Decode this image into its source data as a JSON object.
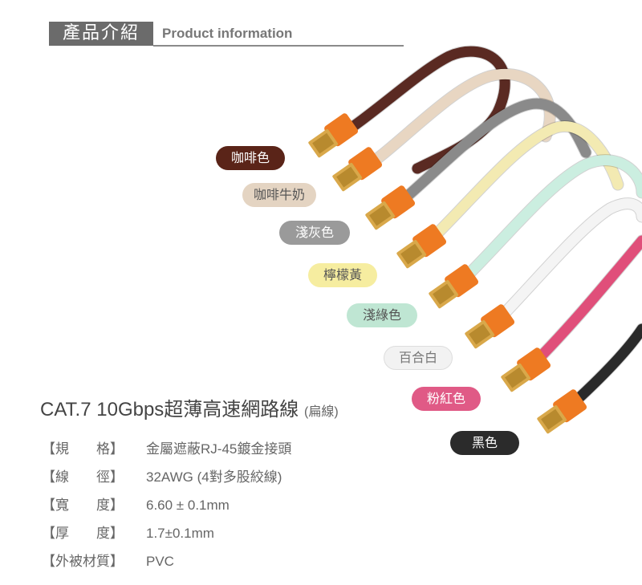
{
  "header": {
    "title_zh": "產品介紹",
    "title_en": "Product information"
  },
  "colors": [
    {
      "label": "咖啡色",
      "bg": "#5a2418",
      "fg": "#ffffff",
      "cable": "#5a2a22"
    },
    {
      "label": "咖啡牛奶",
      "bg": "#e4d4c2",
      "fg": "#555555",
      "cable": "#e8d6c2"
    },
    {
      "label": "淺灰色",
      "bg": "#9a9a9a",
      "fg": "#ffffff",
      "cable": "#8a8a8a"
    },
    {
      "label": "檸檬黃",
      "bg": "#f6eda0",
      "fg": "#555555",
      "cable": "#f3eab2"
    },
    {
      "label": "淺綠色",
      "bg": "#bfe6d3",
      "fg": "#555555",
      "cable": "#cbeee0"
    },
    {
      "label": "百合白",
      "bg": "#f2f2f2",
      "fg": "#777777",
      "cable": "#f4f4f4"
    },
    {
      "label": "粉紅色",
      "bg": "#e05a86",
      "fg": "#ffffff",
      "cable": "#e04f7a"
    },
    {
      "label": "黑色",
      "bg": "#2b2b2b",
      "fg": "#ffffff",
      "cable": "#2a2a2a"
    }
  ],
  "product": {
    "title": "CAT.7 10Gbps超薄高速網路線",
    "title_note": "(扁線)"
  },
  "specs": [
    {
      "label": "【規　　格】",
      "value": "金屬遮蔽RJ-45鍍金接頭"
    },
    {
      "label": "【線　　徑】",
      "value": "32AWG (4對多股絞線)"
    },
    {
      "label": "【寬　　度】",
      "value": "6.60 ± 0.1mm"
    },
    {
      "label": "【厚　　度】",
      "value": "1.7±0.1mm"
    },
    {
      "label": "【外被材質】",
      "value": "PVC"
    }
  ],
  "accent_colors": {
    "connector_orange": "#ee7a22",
    "connector_gold": "#d9a84a"
  }
}
